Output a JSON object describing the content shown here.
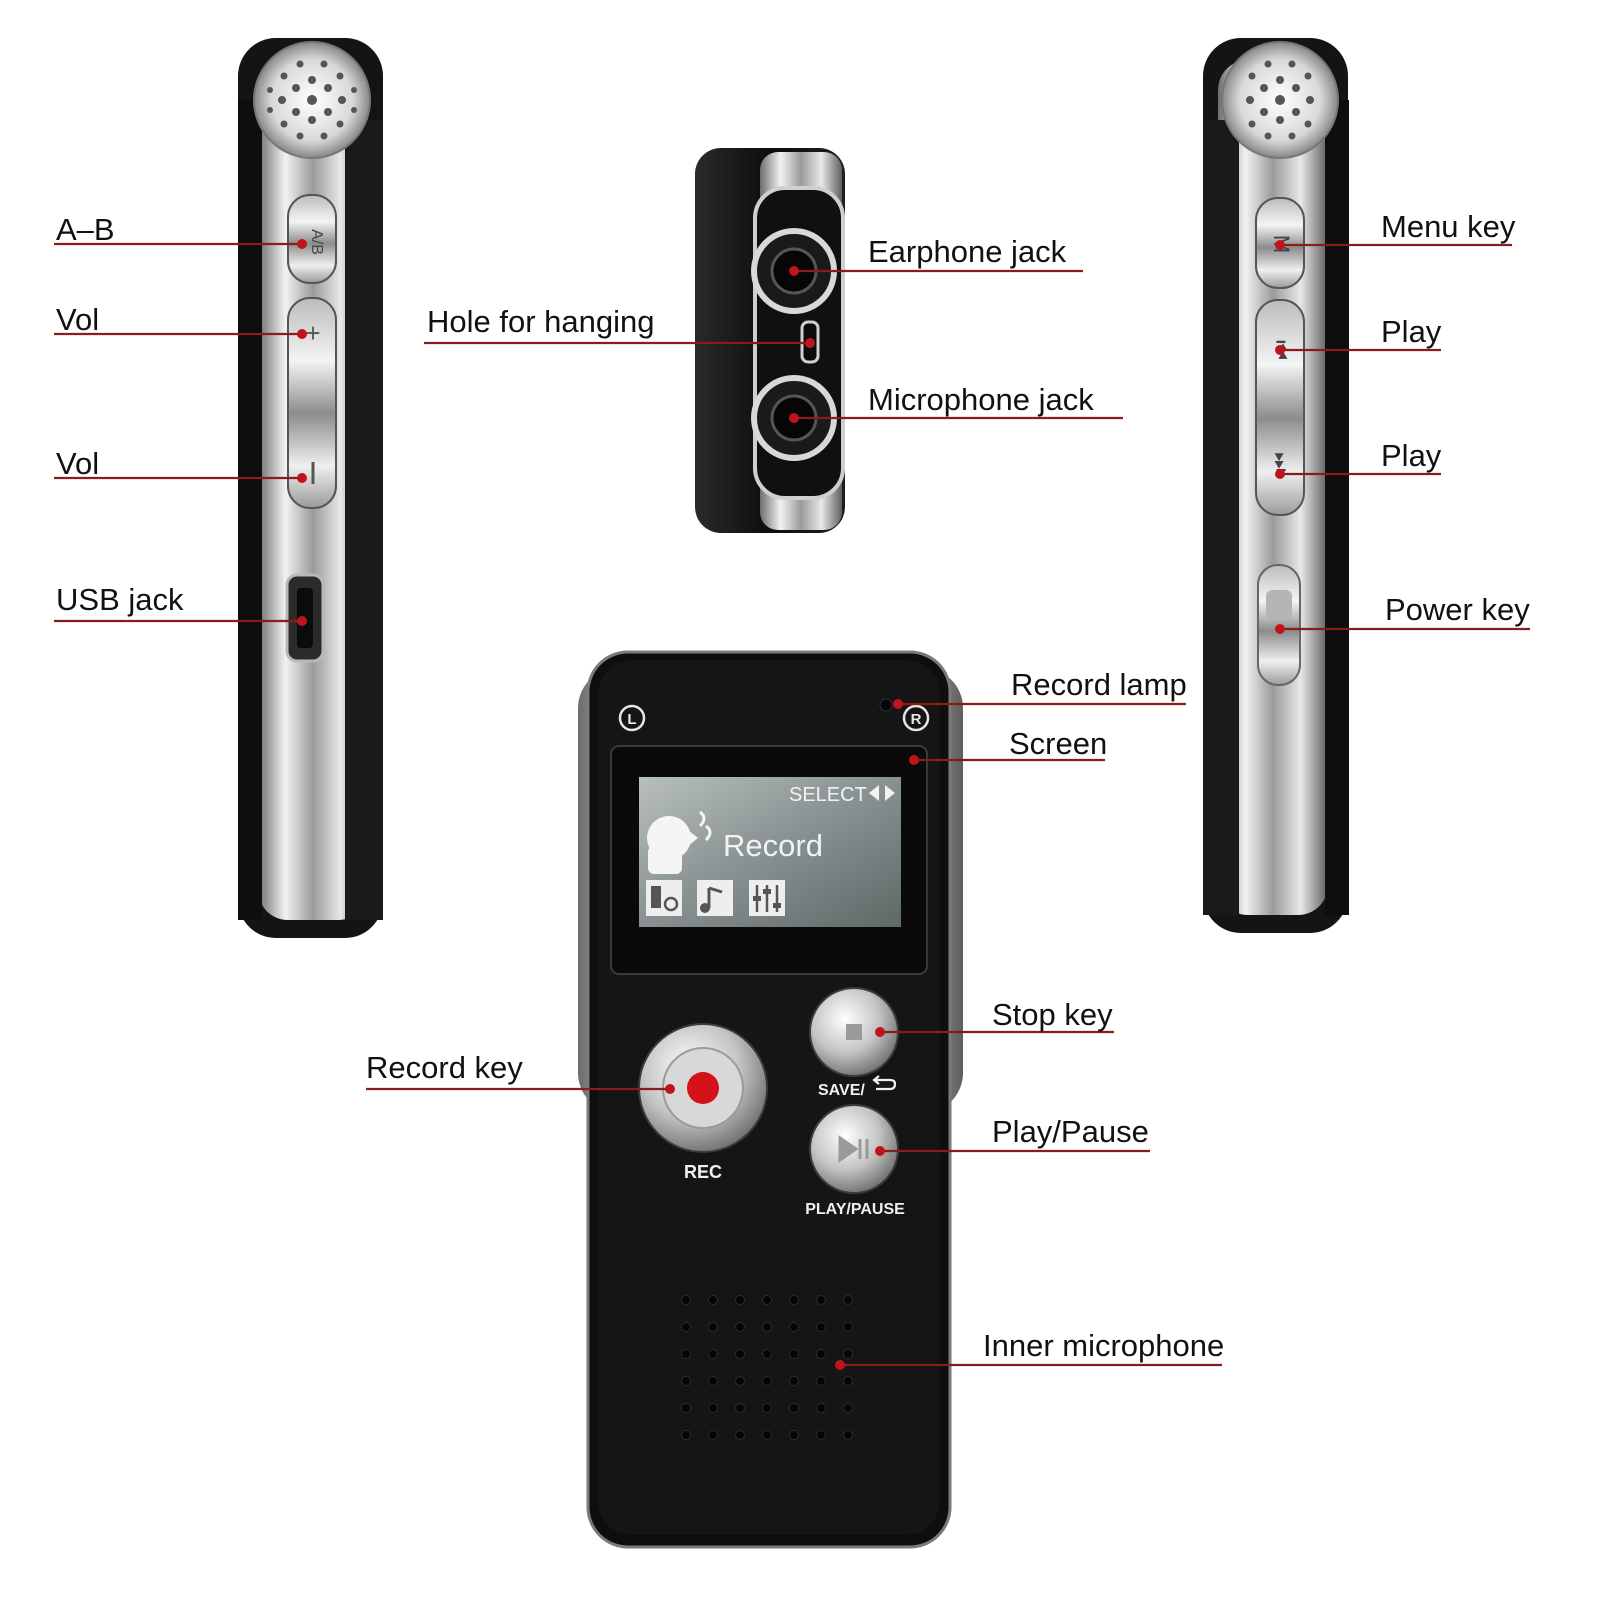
{
  "labels": {
    "ab": "A–B",
    "vol_up": "Vol",
    "vol_down": "Vol",
    "usb_jack": "USB jack",
    "hole_for_hanging": "Hole for hanging",
    "earphone_jack": "Earphone jack",
    "microphone_jack": "Microphone jack",
    "menu_key": "Menu key",
    "play_prev": "Play",
    "play_next": "Play",
    "power_key": "Power key",
    "record_lamp": "Record lamp",
    "screen": "Screen",
    "stop_key": "Stop key",
    "record_key": "Record key",
    "play_pause": "Play/Pause",
    "inner_microphone": "Inner microphone"
  },
  "device": {
    "channel_left": "L",
    "channel_right": "R",
    "lcd_select": "SELECT",
    "lcd_record": "Record",
    "rec_label": "REC",
    "save_label": "SAVE/",
    "play_pause_label": "PLAY/PAUSE",
    "side_ab_label": "A/B",
    "side_menu_label": "M"
  },
  "colors": {
    "leader_line": "#8c1b1b",
    "marker_dot": "#c0141c",
    "record_button": "#d3121a",
    "device_body": "#111111",
    "lcd_background": "#8a9292"
  }
}
